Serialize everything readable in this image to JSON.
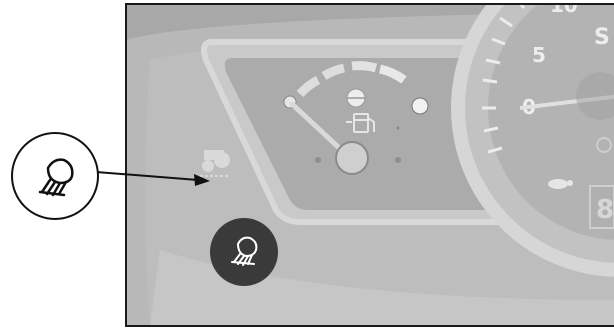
{
  "figure": {
    "subject": "instrument-panel-callout",
    "callout_icon": "work-light-icon",
    "indicator_icon": "work-light-icon",
    "indicator_state": "highlighted"
  },
  "gauge": {
    "fuel_icon": "fuel-pump-icon",
    "temperature_icon": "coolant-temperature-icon",
    "left_indicator_icon": "tractor-icon"
  },
  "tachometer": {
    "labels": [
      "10",
      "5",
      "0"
    ],
    "right_edge_text": "S",
    "left_edge_glyph": "8",
    "slow_speed_icon": "turtle-icon"
  },
  "colors": {
    "panel_gray": "#b5b5b5",
    "dark_gray": "#8c8c8c",
    "indicator_fill": "#3a3a3a",
    "outline": "#1a1a1a"
  }
}
